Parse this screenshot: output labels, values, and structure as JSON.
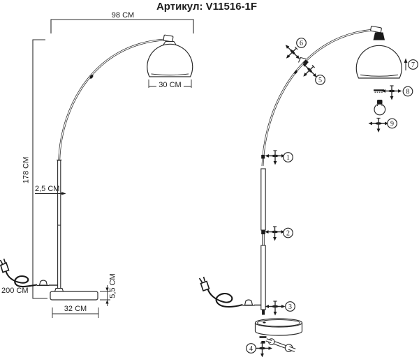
{
  "title": "Артикул: V11516-1F",
  "colors": {
    "ink": "#2b2b2b",
    "black_fill": "#1a1a1a",
    "background": "#ffffff"
  },
  "left_diagram": {
    "dimensions": {
      "arc_width": "98 CM",
      "shade_width": "30 CM",
      "height": "178 CM",
      "pole_diameter": "2,5 CM",
      "cord_length": "200 CM",
      "base_width": "32 CM",
      "base_height": "5,5 CM"
    }
  },
  "right_diagram": {
    "part_numbers": [
      "1",
      "2",
      "3",
      "4",
      "5",
      "6",
      "7",
      "8",
      "9"
    ]
  }
}
